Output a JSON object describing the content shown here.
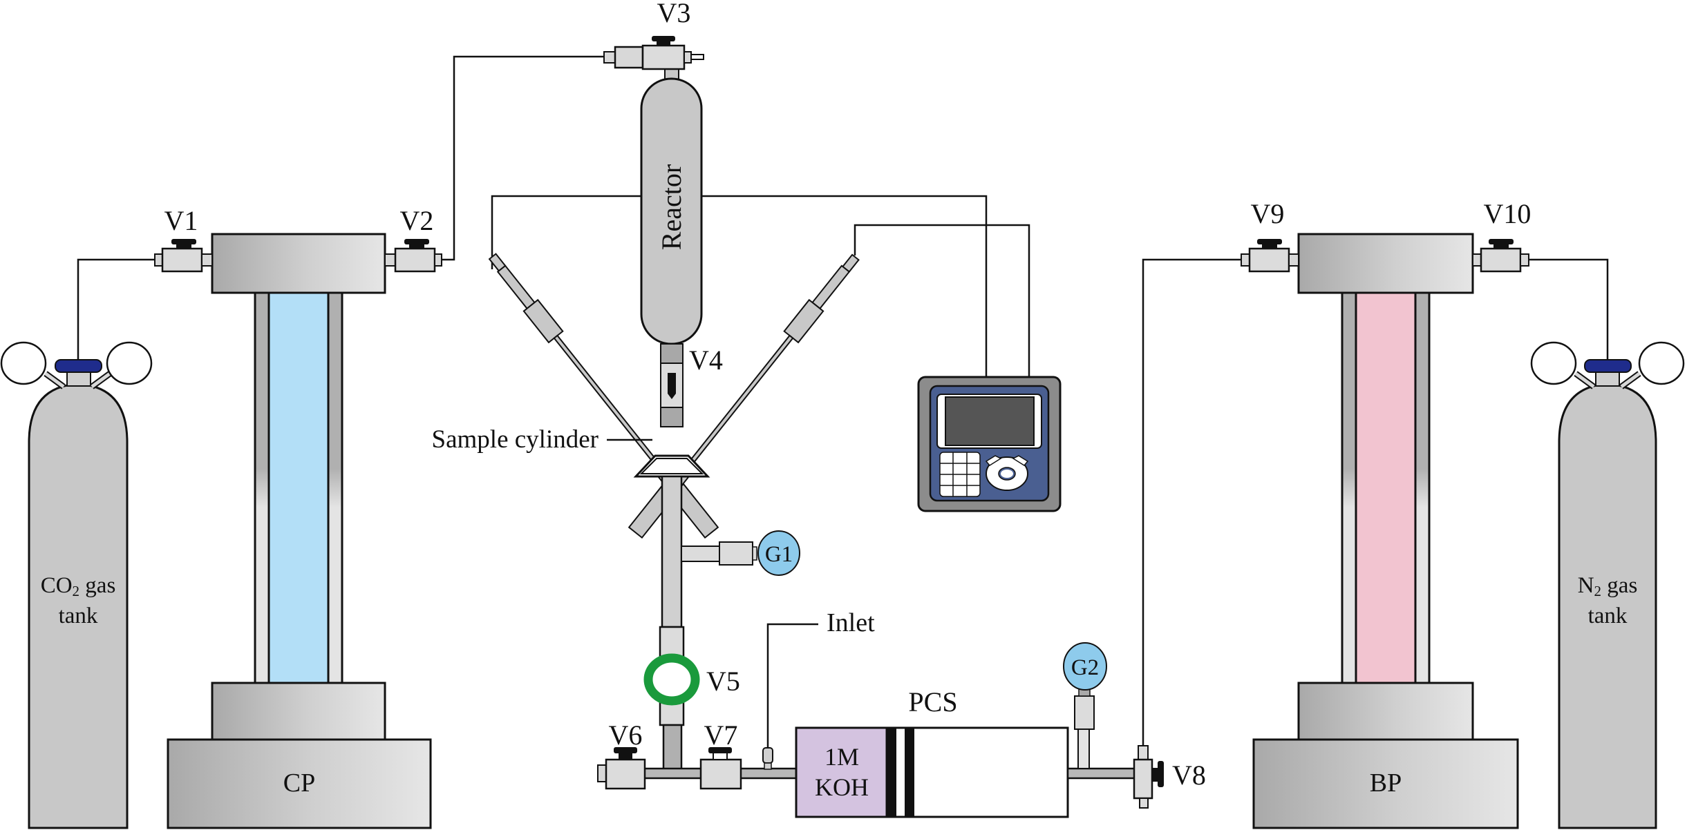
{
  "diagram": {
    "type": "experimental apparatus schematic",
    "components": {
      "co2_tank": {
        "line1": "CO",
        "sub": "2",
        "line1_rest": " gas",
        "line2": "tank"
      },
      "n2_tank": {
        "line1": "N",
        "sub": "2",
        "line1_rest": " gas",
        "line2": "tank"
      },
      "cp": "CP",
      "bp": "BP",
      "reactor": "Reactor",
      "sample_cylinder": "Sample cylinder",
      "inlet": "Inlet",
      "pcs": "PCS",
      "pcs_fluid_line1": "1M",
      "pcs_fluid_line2": "KOH",
      "gauge1": "G1",
      "gauge2": "G2"
    },
    "valves": [
      "V1",
      "V2",
      "V3",
      "V4",
      "V5",
      "V6",
      "V7",
      "V8",
      "V9",
      "V10"
    ],
    "colors": {
      "cp_fluid": "#b3dff7",
      "bp_fluid": "#f2c4d0",
      "koh_fluid": "#d4c3e0",
      "gauge": "#8ecbec",
      "v5_ring": "#1a9a3c",
      "regulator_cap": "#1f2c8c",
      "controller_panel": "#4a5f91",
      "controller_screen": "#555555",
      "body_gray": "#c8c8c8"
    }
  }
}
